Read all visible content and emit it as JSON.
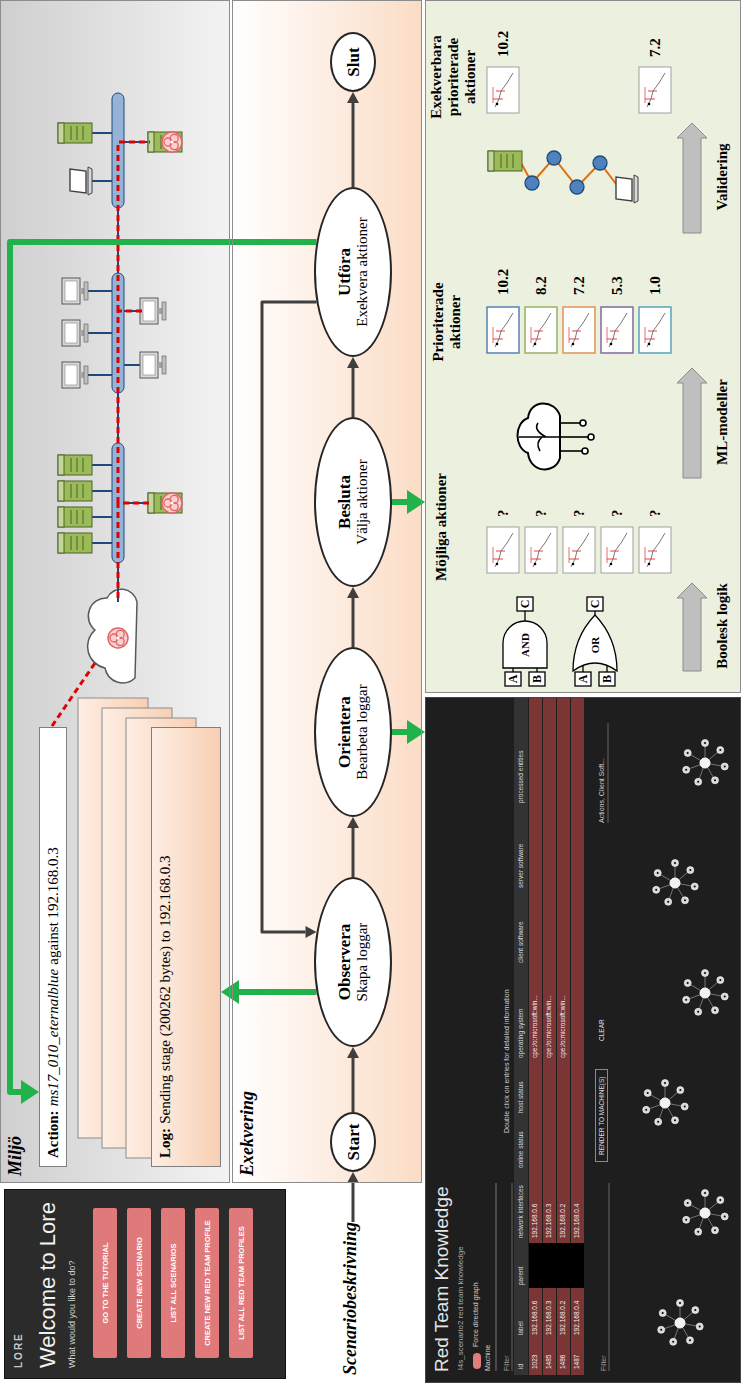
{
  "diagram": {
    "nodes": [
      {
        "text": [
          "LORE",
          "Welcome to Lore",
          "What would you like to do?"
        ]
      },
      {
        "text": [
          "GO TO THE TUTORIAL"
        ],
        "in": 0
      },
      {
        "text": [
          "CREATE NEW SCENARIO"
        ],
        "in": 0
      },
      {
        "text": [
          "LIST ALL SCENARIOS"
        ],
        "in": 0
      },
      {
        "text": [
          "CREATE NEW RED TEAM PROFILE"
        ],
        "in": 0
      },
      {
        "text": [
          "LIST ALL RED TEAM PROFILES"
        ],
        "in": 0
      },
      {
        "text": [
          "Miljö"
        ]
      },
      {
        "text": [
          "Action:",
          "ms17_010_eternalblue",
          "against 192.168.0.3"
        ],
        "in": 6
      },
      {
        "text": [
          "Log:",
          "Sending stage (200262 bytes) to 192.168.0.3"
        ],
        "in": 6
      },
      {
        "text": [
          "Scenariobeskrivning"
        ]
      },
      {
        "text": [
          "Exekvering"
        ]
      },
      {
        "text": [
          "Start"
        ],
        "in": 10
      },
      {
        "text": [
          "Observera",
          "Skapa loggar"
        ],
        "in": 10
      },
      {
        "text": [
          "Orientera",
          "Bearbeta loggar"
        ],
        "in": 10
      },
      {
        "text": [
          "Besluta",
          "Välja aktioner"
        ],
        "in": 10
      },
      {
        "text": [
          "Utföra",
          "Exekvera aktioner"
        ],
        "in": 10
      },
      {
        "text": [
          "Slut"
        ],
        "in": 10
      },
      {
        "text": [
          "Red Team Knowledge",
          "l4s_scenario2 red team knowledge"
        ]
      },
      {
        "text": [
          "RENDER TO MACHINE(S)"
        ],
        "in": 17
      },
      {
        "text": [
          "CLEAR"
        ],
        "in": 17
      },
      {
        "text": [
          "Möjliga aktioner",
          "Prioriterade aktioner",
          "Exekverbara prioriterade aktioner",
          "Boolesk logik",
          "ML-modeller",
          "Validering"
        ]
      }
    ],
    "edges": [
      {
        "from": 9,
        "to": 11,
        "arrow": "to"
      },
      {
        "from": 11,
        "to": 12,
        "arrow": "to"
      },
      {
        "from": 12,
        "to": 13,
        "arrow": "to"
      },
      {
        "from": 13,
        "to": 14,
        "arrow": "to"
      },
      {
        "from": 14,
        "to": 15,
        "arrow": "to"
      },
      {
        "from": 15,
        "to": 16,
        "arrow": "to"
      },
      {
        "from": 15,
        "to": 12,
        "arrow": "to"
      },
      {
        "from": 12,
        "to": 8,
        "arrow": "to"
      },
      {
        "from": 15,
        "to": 7,
        "arrow": "to"
      },
      {
        "from": 13,
        "to": 17,
        "arrow": "to"
      },
      {
        "from": 14,
        "to": 20,
        "arrow": "to"
      }
    ],
    "labels": [
      "A",
      "B",
      "AND",
      "C",
      "A",
      "B",
      "OR",
      "C",
      "?",
      "?",
      "?",
      "?",
      "?",
      "10.2",
      "8.2",
      "7.2",
      "5.3",
      "1.0",
      "10.2",
      "7.2",
      "Force directed graph",
      "Machine",
      "Filter",
      "Double click on entries for detailed information",
      "id",
      "label",
      "parent",
      "network interfaces",
      "online status",
      "host status",
      "operating system",
      "client software",
      "server software",
      "processed entities",
      "1023",
      "192.168.0.6",
      "192.168.0.6",
      "cpe:/o:microsoft:win...",
      "1485",
      "192.168.0.3",
      "192.168.0.3",
      "cpe:/o:microsoft:win...",
      "1486",
      "192.168.0.2",
      "192.168.0.2",
      "cpe:/o:microsoft:win...",
      "1487",
      "192.168.0.4",
      "192.168.0.4",
      "Filter",
      "Actions, Client Soft..."
    ]
  }
}
